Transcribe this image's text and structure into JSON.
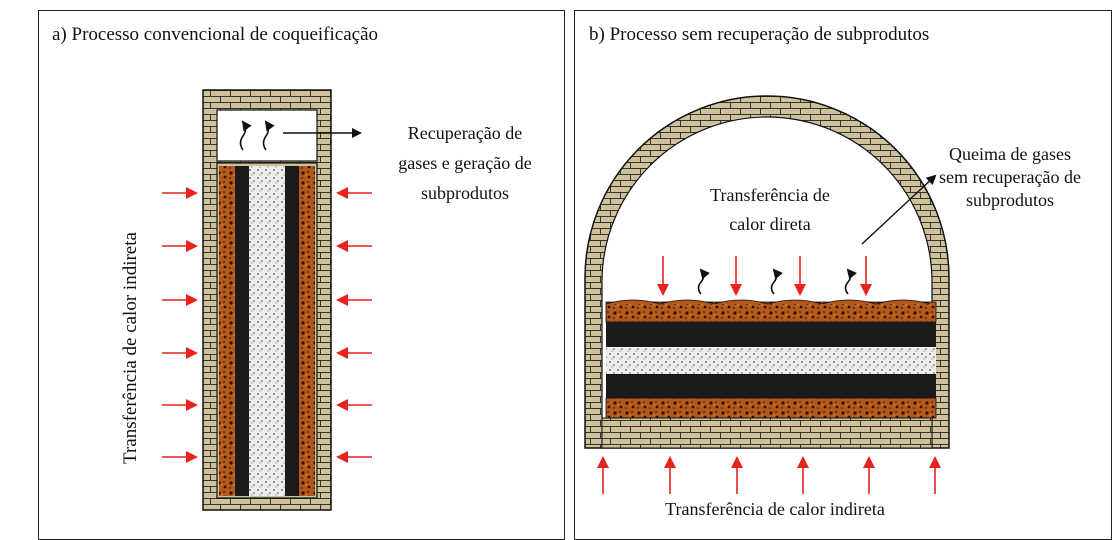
{
  "panel_a": {
    "label": "a)  Processo convencional de coqueificação",
    "label_recovery_line1": "Recuperação de",
    "label_recovery_line2": "gases e geração de",
    "label_recovery_line3": "subprodutos",
    "label_indirect": "Transferência  de calor indireta"
  },
  "panel_b": {
    "label": "b)  Processo sem recuperação de subprodutos",
    "label_burn_line1": "Queima de gases",
    "label_burn_line2": "sem recuperação de",
    "label_burn_line3": "subprodutos",
    "label_direct_line1": "Transferência  de",
    "label_direct_line2": "calor direta",
    "label_indirect": "Transferência  de calor indireta"
  },
  "colors": {
    "brick": "#cfc29a",
    "mortar": "#333333",
    "coke": "#b4581c",
    "coal": "#1a1a1a",
    "ash": "#e9e9e9",
    "arrow_red": "#e8221d"
  }
}
